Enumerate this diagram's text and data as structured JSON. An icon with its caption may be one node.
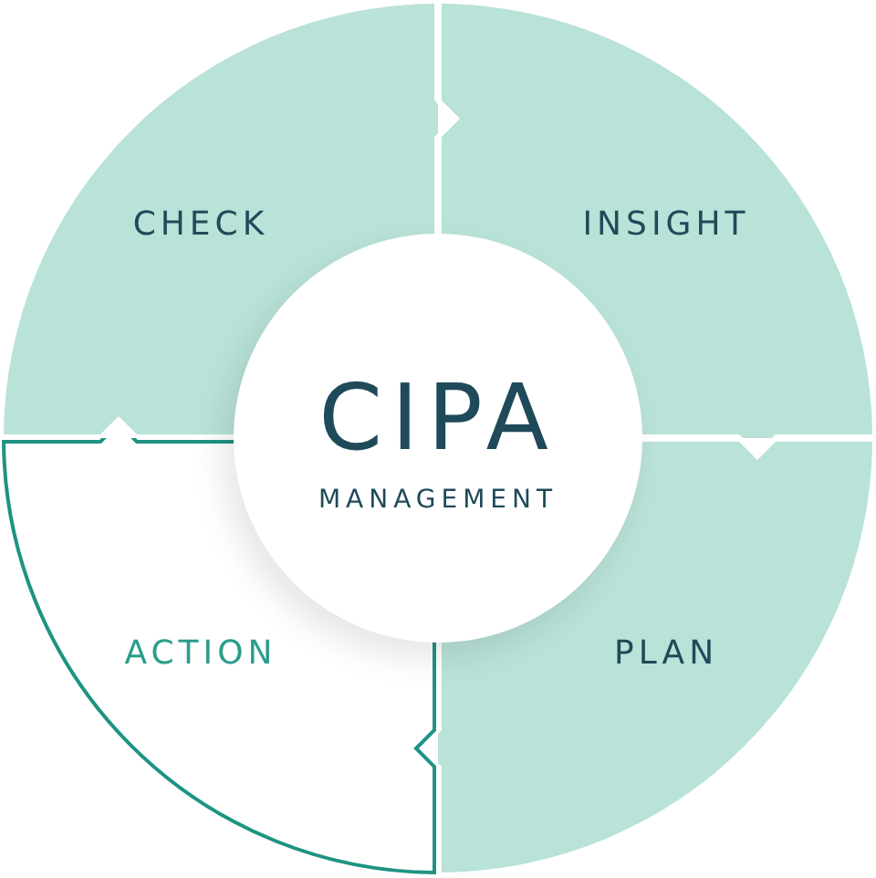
{
  "diagram": {
    "nodes": [
      {
        "text": [
          "CHECK"
        ]
      },
      {
        "text": [
          "INSIGHT"
        ]
      },
      {
        "text": [
          "CIPA",
          "MANAGEMENT"
        ]
      },
      {
        "text": [
          "ACTION"
        ]
      },
      {
        "text": [
          "PLAN"
        ]
      }
    ]
  }
}
